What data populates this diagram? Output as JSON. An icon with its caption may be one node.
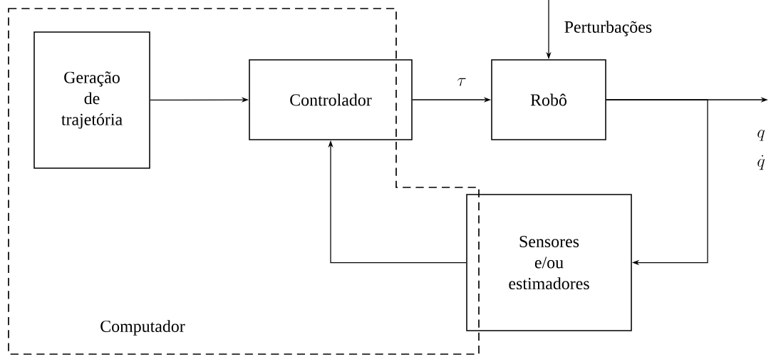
{
  "diagram": {
    "nodes": [
      {
        "text": [
          "Computador"
        ]
      },
      {
        "text": [
          "Geração de trajetória"
        ],
        "in": 0
      },
      {
        "text": [
          "Controlador"
        ],
        "in": 0
      },
      {
        "text": [
          "Robô"
        ]
      },
      {
        "text": [
          "Sensores e/ou estimadores"
        ]
      }
    ],
    "edges": [
      {
        "from": 1,
        "to": 2,
        "arrow": "to"
      },
      {
        "from": 2,
        "to": 3,
        "arrow": "to",
        "label": "\\tau"
      },
      {
        "from": null,
        "to": 3,
        "arrow": "to",
        "label": "Perturbações"
      },
      {
        "from": 3,
        "to": null,
        "arrow": "to"
      },
      {
        "from": 3,
        "to": 4,
        "arrow": "to"
      },
      {
        "from": 4,
        "to": 2,
        "arrow": "to"
      }
    ],
    "labels": [
      "q",
      "\\dot{q}"
    ]
  }
}
